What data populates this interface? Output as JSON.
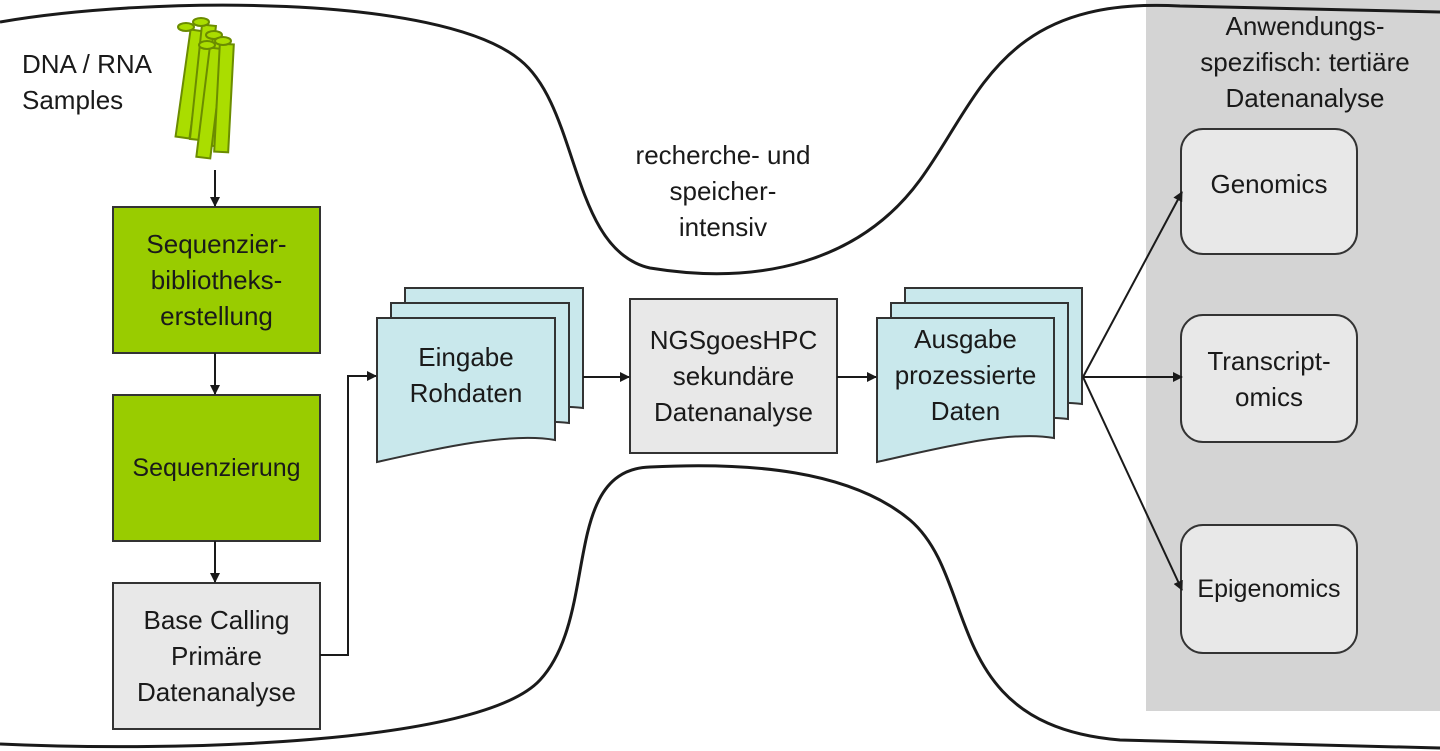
{
  "samples": {
    "label": "DNA / RNA\nSamples",
    "icon": "test-tubes-icon"
  },
  "steps": {
    "library_prep": "Sequenzier-\nbibliotheks-\nerstellung",
    "sequencing": "Sequenzierung",
    "base_calling": "Base Calling\nPrimäre\nDatenanalyse"
  },
  "input_data": "Eingabe\nRohdaten",
  "secondary": "NGSgoesHPC\nsekundäre\nDatenanalyse",
  "output_data": "Ausgabe\nprozessierte\nDaten",
  "intensive_note": "recherche- und\nspeicher-\nintensiv",
  "tertiary": {
    "title": "Anwendungs-\nspezifisch: tertiäre\nDatenanalyse",
    "items": [
      "Genomics",
      "Transcript-\nomics",
      "Epigenomics"
    ]
  },
  "colors": {
    "green_box": "#99cc00",
    "gray_box": "#e8e8e8",
    "doc_blue": "#c9e8ec",
    "panel_gray": "#d4d4d4",
    "line": "#1a1a1a"
  }
}
